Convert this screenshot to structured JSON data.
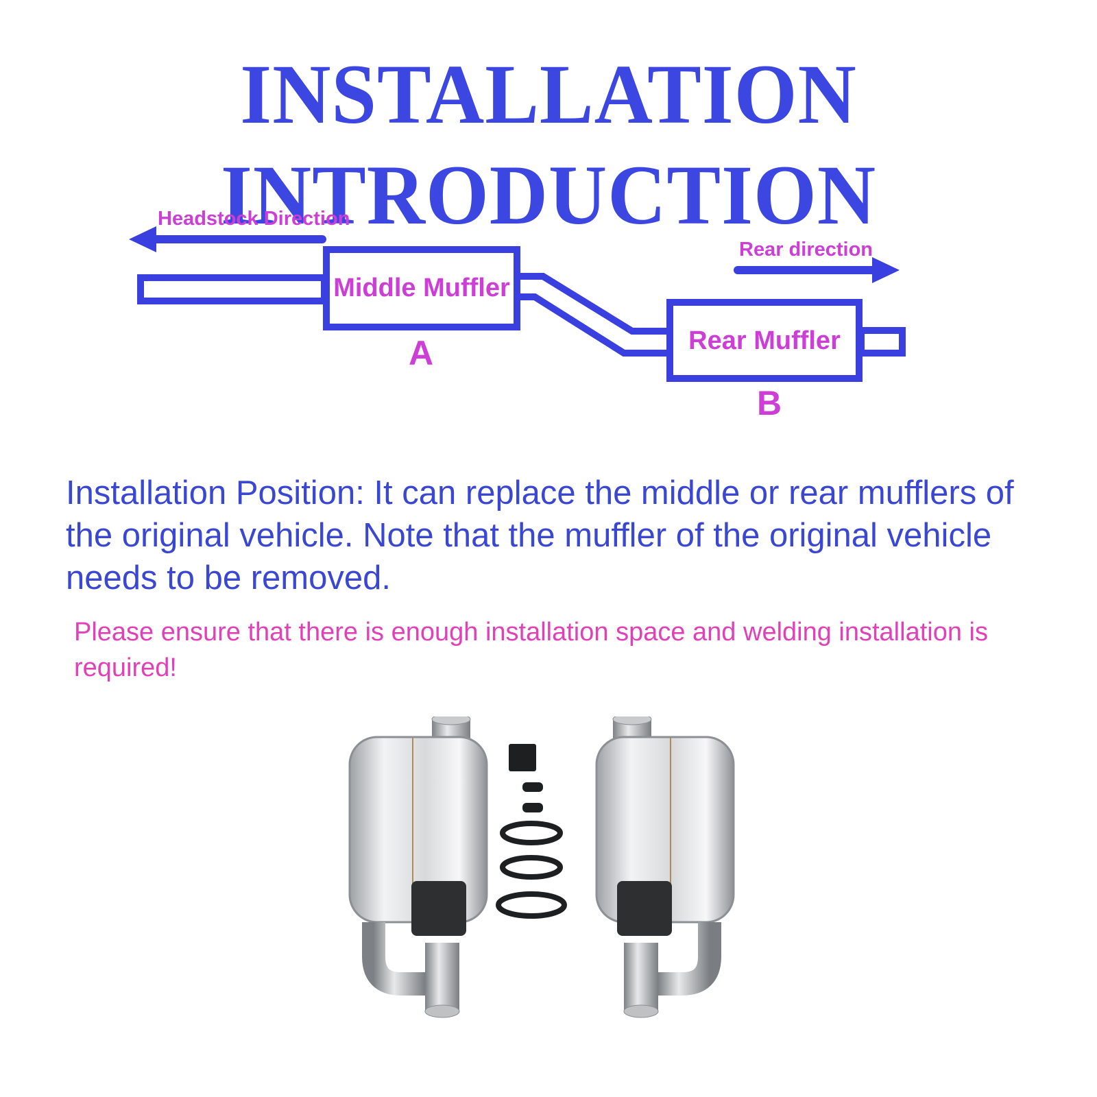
{
  "title": "INSTALLATION INTRODUCTION",
  "diagram": {
    "headstock_label": "Headstock Direction",
    "rear_label": "Rear direction",
    "middle_muffler": "Middle Muffler",
    "rear_muffler": "Rear Muffler",
    "label_a": "A",
    "label_b": "B"
  },
  "installation_text": "Installation Position: It can replace the middle or rear mufflers of the original vehicle. Note that the muffler of the original vehicle needs to be removed.",
  "warning_text": "Please ensure that there is enough installation space and welding installation is required!",
  "colors": {
    "title": "#3b47e0",
    "diagram_line": "#3a3fe0",
    "diagram_label": "#cc3ed6",
    "body_text": "#3a47d2",
    "warning_text": "#e040b8"
  },
  "icons": {
    "headstock_arrow": "arrow-left-icon",
    "rear_arrow": "arrow-right-icon"
  }
}
